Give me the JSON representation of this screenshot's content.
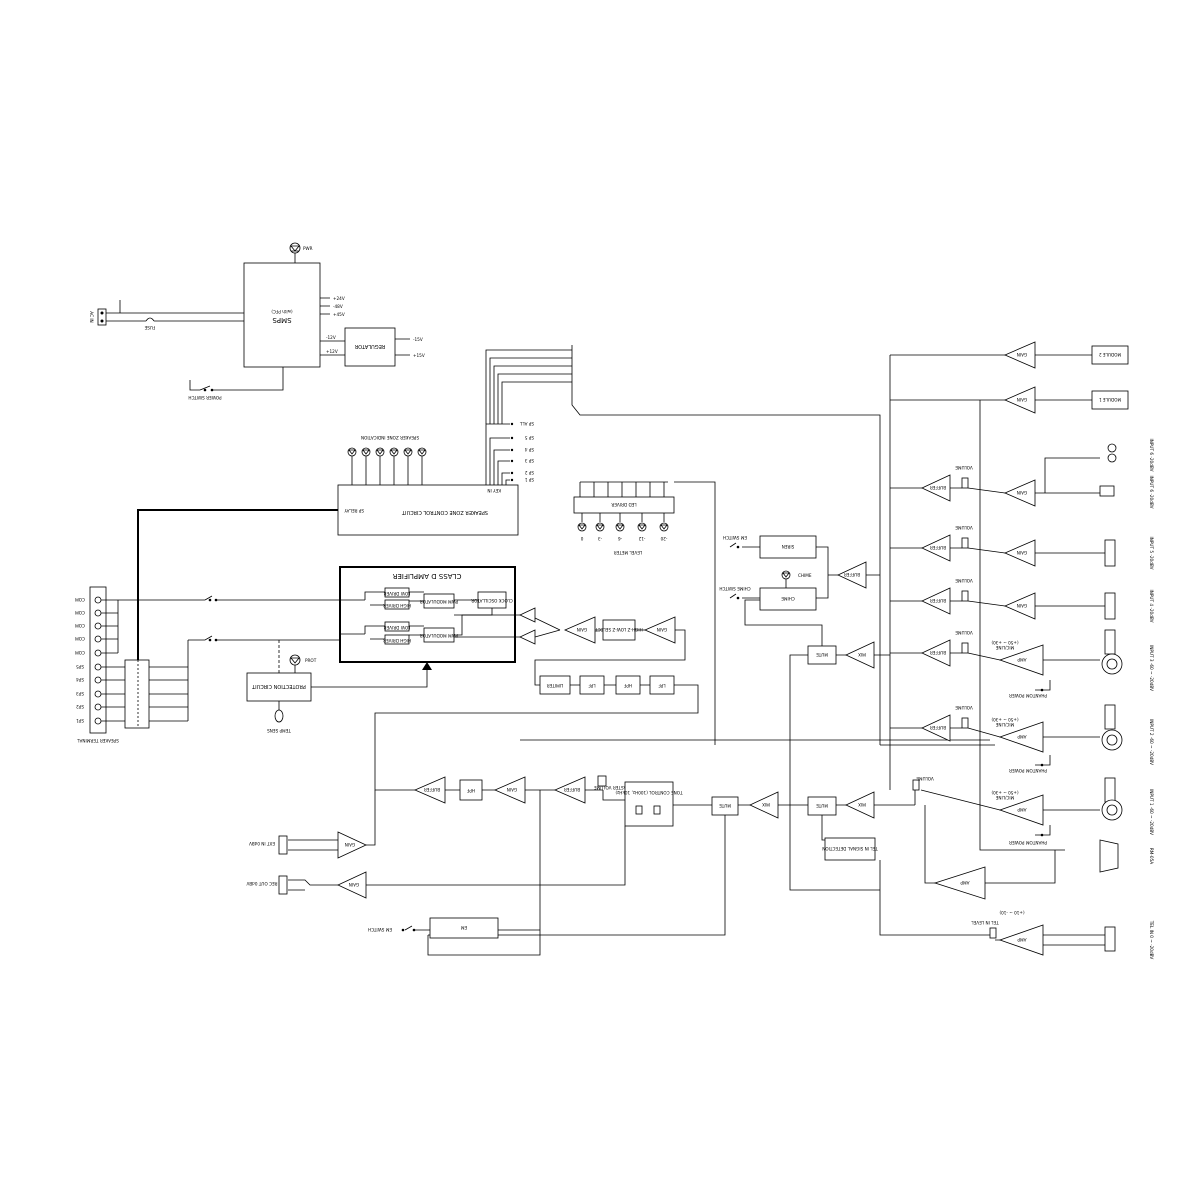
{
  "power": {
    "ac_in": "AC IN",
    "fuse": "FUSE",
    "power_switch": "POWER SWITCH",
    "smps": "SMPS",
    "smps_sub": "(with PFC)",
    "pwr": "PWR",
    "regulator": "REGULATOR",
    "rails": [
      "+24V",
      "-48V",
      "+45V",
      "-12V",
      "+12V"
    ],
    "reg_out": [
      "-15V",
      "+15V"
    ]
  },
  "speaker_zone": {
    "title": "SPEAKER ZONE CONTROL CIRCUIT",
    "indication": "SPEAKER ZONE INDICATION",
    "relay": "SP RELAY",
    "key_in": "KEY IN",
    "keys": [
      "SP ALL",
      "SP 5",
      "SP 4",
      "SP 3",
      "SP 2",
      "SP 1"
    ]
  },
  "level_meter": {
    "title": "LEVEL METER",
    "driver": "LED DRIVER",
    "leds": [
      "0",
      "-3",
      "-6",
      "-12",
      "-20"
    ]
  },
  "amplifier": {
    "title": "CLASS D AMPLIFIER",
    "clock": "CLOCK OSCILLATOR",
    "pwm": "PWM MODULATOR",
    "high_driver": "HIGH DRIVER",
    "low_driver": "LOW DRIVER",
    "protection": "PROTECTION CIRCUIT",
    "prot": "PROT",
    "temp_sens": "TEMP SENS",
    "select": "HIGH-Z LOW-Z SELECT",
    "gain": "GAIN"
  },
  "speaker_terminal": {
    "title": "SPEAKER TERMINAL",
    "pins": [
      "COM",
      "COM",
      "COM",
      "COM",
      "COM",
      "SP5",
      "SP4",
      "SP3",
      "SP2",
      "SP1"
    ]
  },
  "chain": {
    "limiter": "LIMITER",
    "lpf": "LPF",
    "hpf": "HPF",
    "buffer": "BUFFER",
    "gain": "GAIN",
    "mix": "MIX",
    "mute": "MUTE",
    "tone": "TONE CONTROL (100Hz, 10kHz)",
    "master_volume": "MASTER VOLUME",
    "amp": "AMP",
    "siren": "SIREN",
    "chime": "CHIME",
    "em_switch": "EM SWITCH",
    "chime_switch": "CHIME SWITCH",
    "tel_detect": "TEL IN SIGNAL DETECTION",
    "em": "EM"
  },
  "io": {
    "ext_in": "EXT IN 0dBV",
    "rec_out": "REC OUT 0dBV",
    "em_switch_bottom": "EM SWITCH",
    "rm_05a": "RM-05A",
    "tel_in": "TEL IN 0 ~ -20dBV",
    "tel_level": "TEL IN LEVEL",
    "tel_range": "(+10 ~ -10)",
    "module2": "MODULE 2",
    "module1": "MODULE 1",
    "input6a": "INPUT 6 -20dBV",
    "input6b": "INPUT 6 -20dBV",
    "input5": "INPUT 5 -20dBV",
    "input4": "INPUT 4 -20dBV",
    "input3": "INPUT 3 -60 ~ -20dBV",
    "input2": "INPUT 2 -60 ~ -20dBV",
    "input1": "INPUT 1 -60 ~ -20dBV",
    "volume": "VOLUME",
    "phantom": "PHANTOM POWER",
    "mic_line": "MIC/LINE",
    "gain_range": "(+50 ~ +30)",
    "v48": "+48V"
  }
}
